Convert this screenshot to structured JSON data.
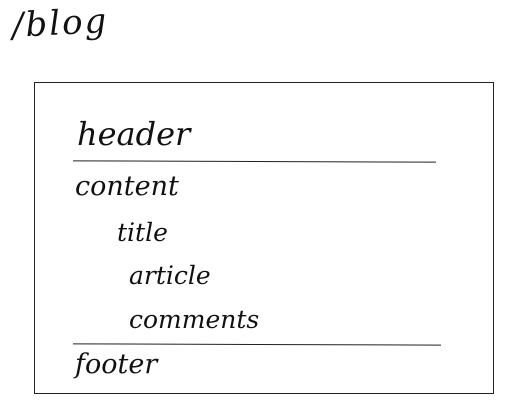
{
  "route": "/blog",
  "layout": {
    "header": "header",
    "content": {
      "label": "content",
      "children": [
        "title",
        "article",
        "comments"
      ]
    },
    "footer": "footer"
  }
}
